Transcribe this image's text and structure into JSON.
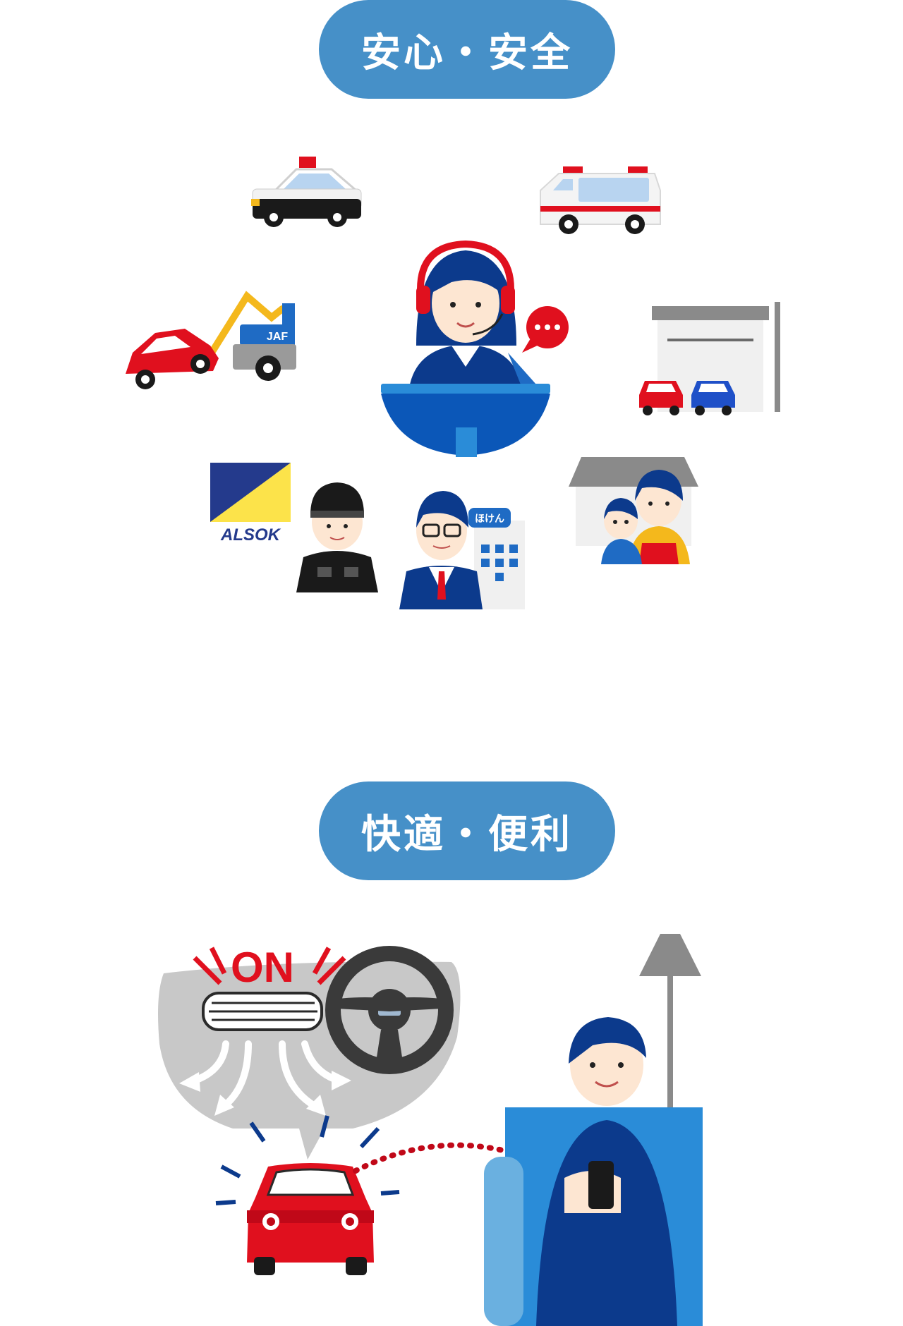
{
  "sections": [
    {
      "title": "安心・安全"
    },
    {
      "title": "快適・便利"
    }
  ],
  "safety_art": {
    "tow_truck_label": "JAF",
    "security_brand": "ALSOK",
    "insurance_sign": "ほけん"
  },
  "comfort_art": {
    "ac_status": "ON"
  },
  "colors": {
    "accent_blue": "#4690c8",
    "navy": "#0c3a8c",
    "red": "#e0101e",
    "gray": "#c8c8c8"
  }
}
